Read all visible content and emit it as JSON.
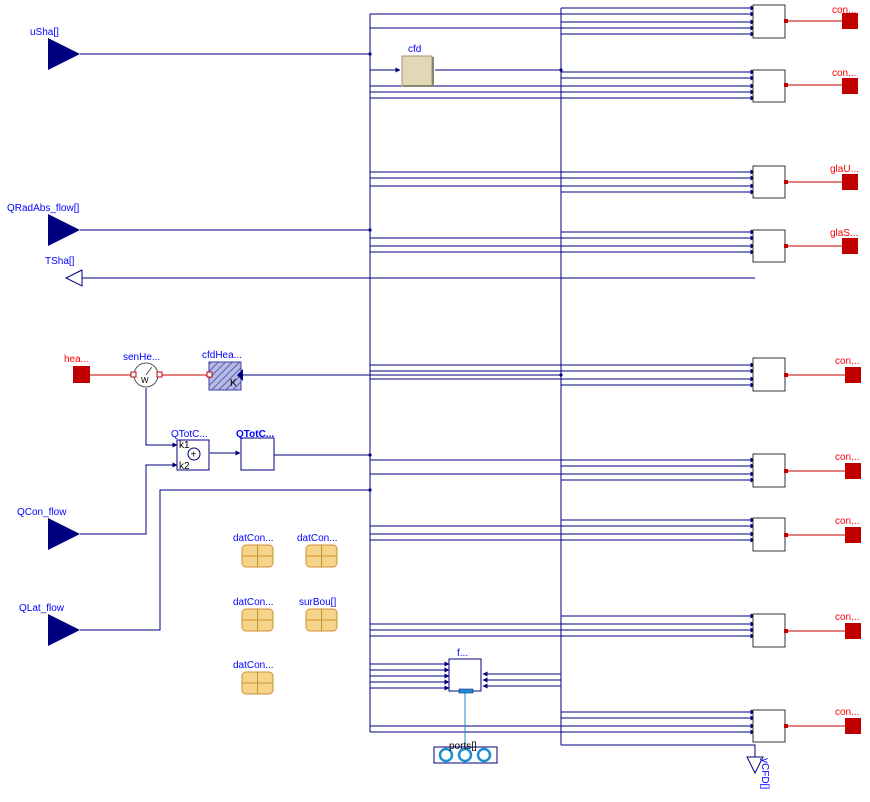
{
  "inputs": {
    "uSha": "uSha[]",
    "QRadAbs": "QRadAbs_flow[]",
    "TSha": "TSha[]",
    "QCon": "QCon_flow",
    "QLat": "QLat_flow"
  },
  "blocks": {
    "cfd": "cfd",
    "hea": "hea...",
    "senHe": "senHe...",
    "cfdHea": "cfdHea...",
    "cfdHeaK": "K",
    "QTotC1": "QTotC...",
    "QTotC2": "QTotC...",
    "k1": "k1",
    "k2": "k2",
    "plus": "+",
    "f": "f...",
    "ports": "ports[]",
    "yCFD": "yCFD[]"
  },
  "records": {
    "r1": "datCon...",
    "r2": "datCon...",
    "r3": "datCon...",
    "r4": "surBou[]",
    "r5": "datCon..."
  },
  "outputs": {
    "o1": "con...",
    "o2": "con...",
    "o3": "glaU...",
    "o4": "glaS...",
    "o5": "con...",
    "o6": "con...",
    "o7": "con...",
    "o8": "con...",
    "o9": "con..."
  },
  "colors": {
    "line": "#00007f",
    "connector": "#c00000",
    "label": "#0000ff",
    "output_label": "#ff0000",
    "record": "#f5d58a",
    "port": "#1d8fd0"
  }
}
